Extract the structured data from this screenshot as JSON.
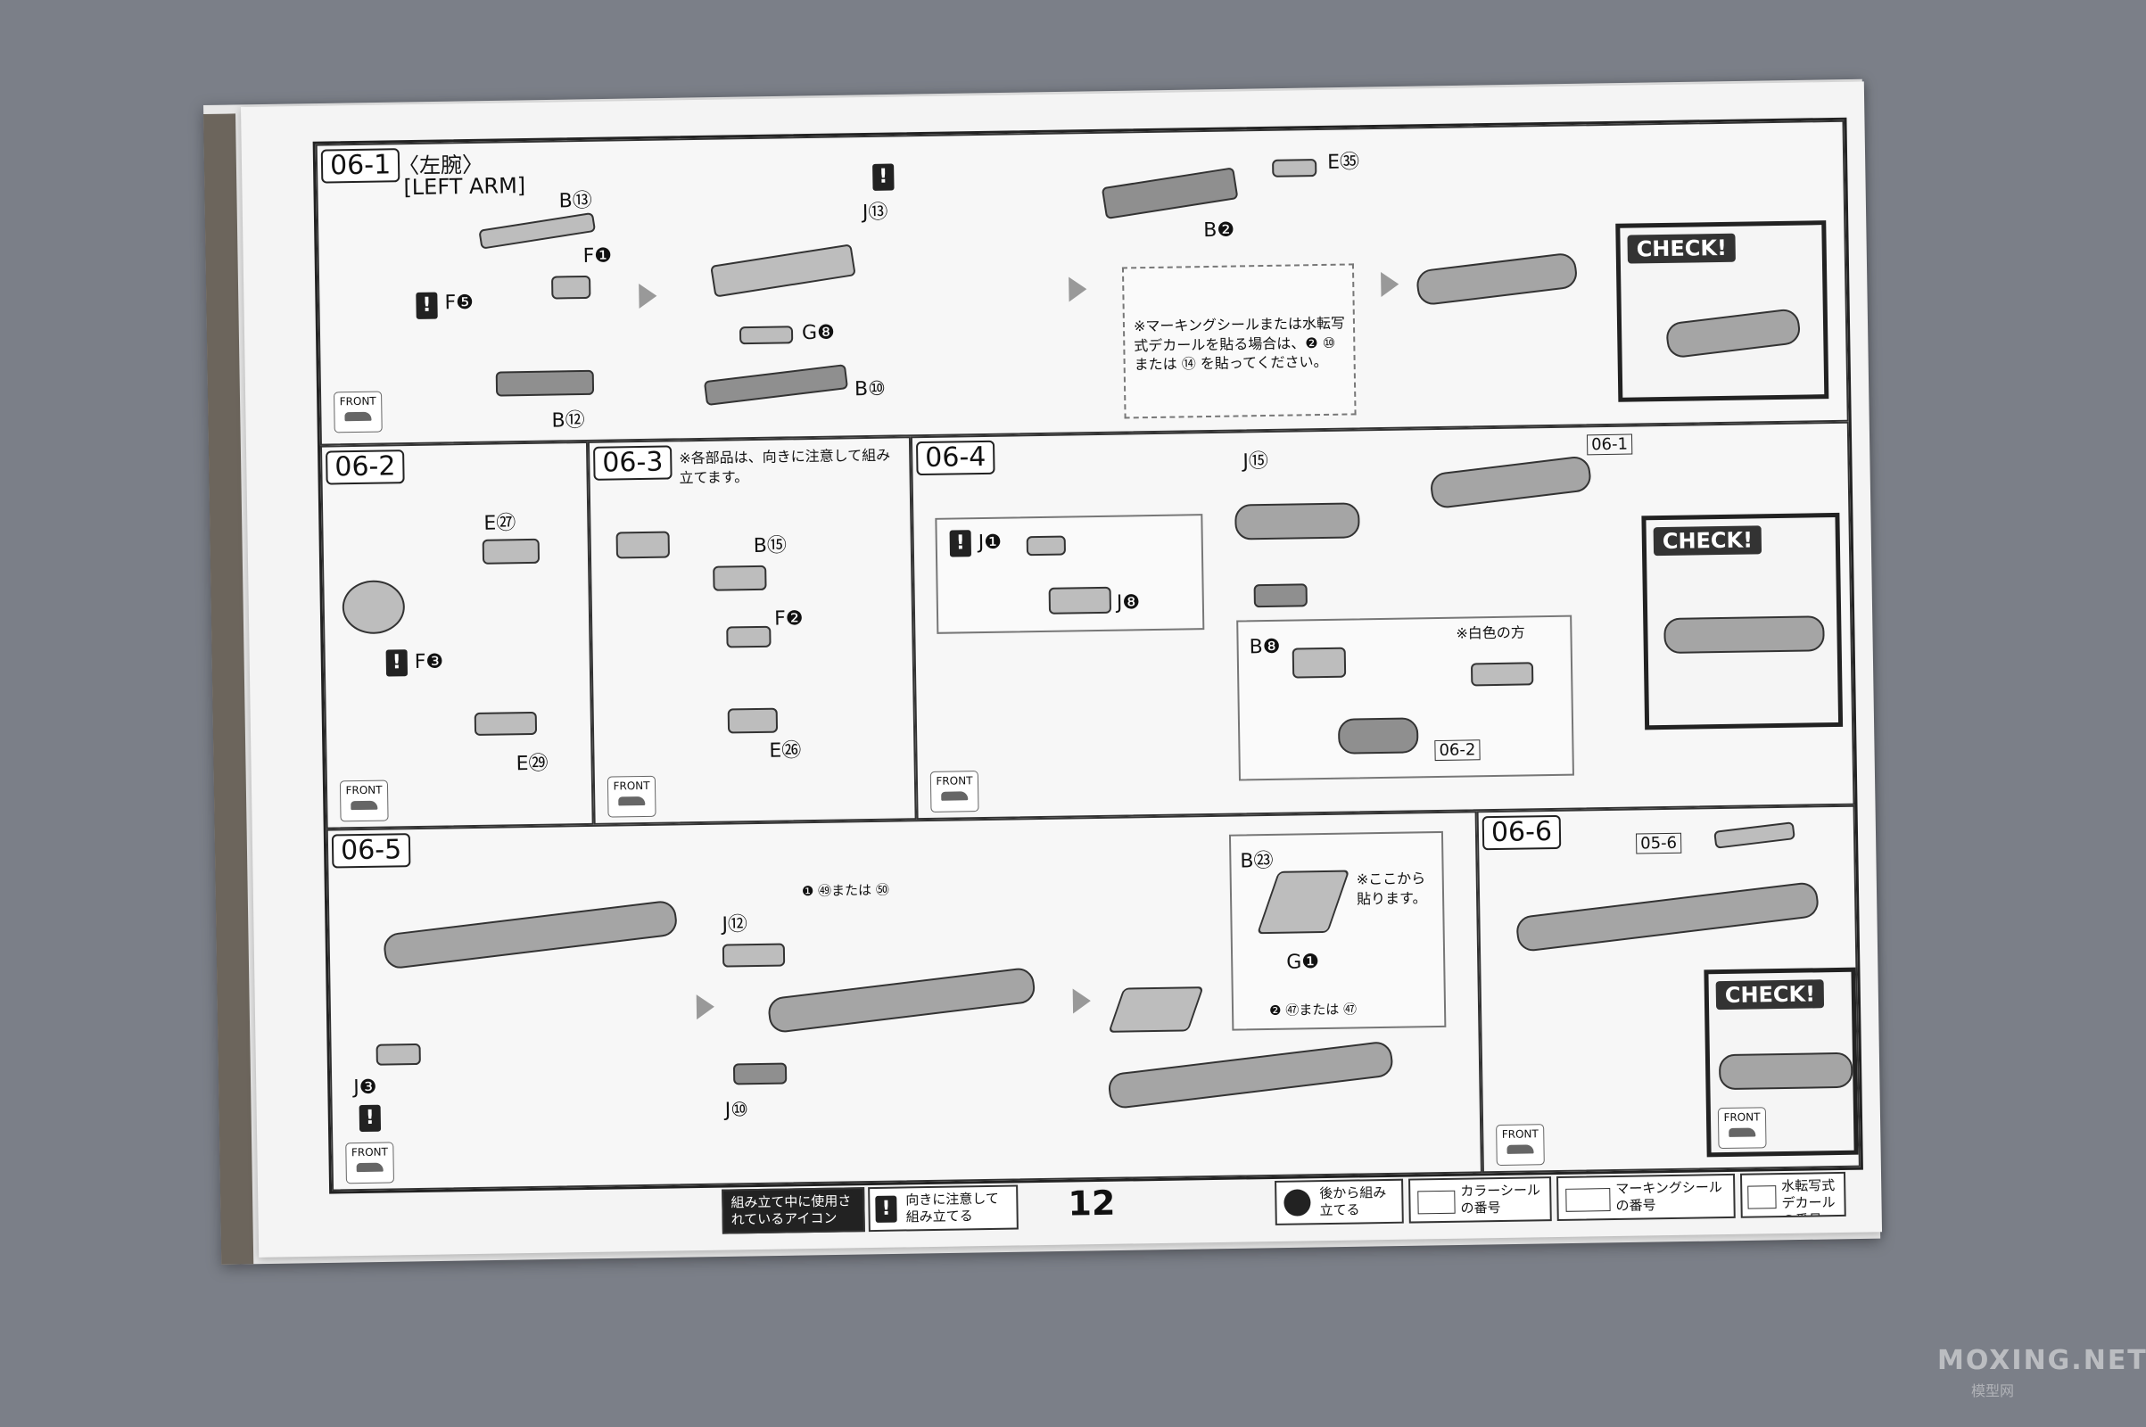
{
  "steps": {
    "s061": {
      "num": "06-1",
      "title_jp": "〈左腕〉",
      "title_en": "[LEFT ARM]",
      "labels": [
        "B⑬",
        "F❶",
        "F❺",
        "B⑫",
        "J⑬",
        "G❽",
        "B⑩",
        "E㉟",
        "B❷"
      ],
      "note": "※マーキングシールまたは水転写式デカールを貼る場合は、❷ ⑩または ⑭ を貼ってください。"
    },
    "s062": {
      "num": "06-2",
      "labels": [
        "E㉗",
        "F❸",
        "E㉙"
      ]
    },
    "s063": {
      "num": "06-3",
      "note": "※各部品は、向きに注意して組み立てます。",
      "labels": [
        "B⑮",
        "F❷",
        "E㉖"
      ]
    },
    "s064": {
      "num": "06-4",
      "labels": [
        "J⑮",
        "J❶",
        "J❽",
        "B❽",
        "06-1",
        "06-2"
      ],
      "note": "※白色の方"
    },
    "s065": {
      "num": "06-5",
      "labels": [
        "J❸",
        "J⑫",
        "J⑩",
        "B㉓",
        "G❶"
      ],
      "decal1": "❶ ㊾または ㊿",
      "decal2": "❷ ㊼または ㊼",
      "note": "※ここから貼ります。"
    },
    "s066": {
      "num": "06-6",
      "labels": [
        "05-6"
      ]
    }
  },
  "ui": {
    "check": "CHECK!",
    "front": "FRONT",
    "warn": "!"
  },
  "footer": {
    "icons_used": "組み立て中に使用されているアイコン",
    "warn_desc": "向きに注意して組み立てる",
    "page": "12",
    "back_desc": "後から組み立てる",
    "color_seal": "カラーシールの番号",
    "marking_seal": "マーキングシールの番号",
    "water_decal": "水転写式デカールの番号"
  },
  "watermark": {
    "main": "MOXING.NET",
    "sub": "模型网"
  },
  "colors": {
    "background": "#7b7f88",
    "page": "#f4f4f4",
    "ink": "#222222"
  }
}
